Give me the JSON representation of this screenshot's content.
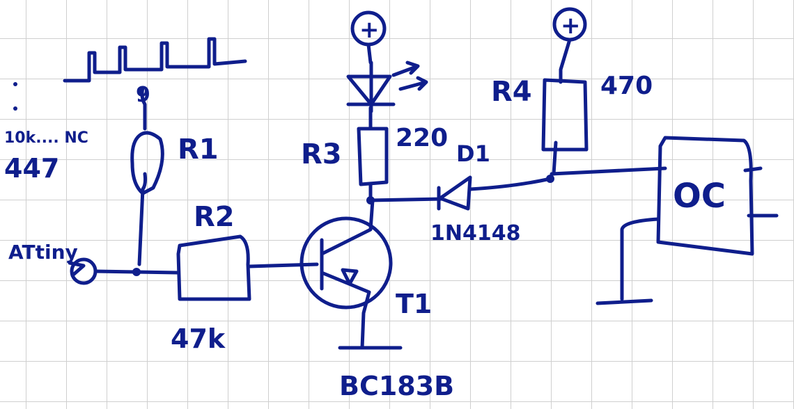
{
  "labels": {
    "r1": "R1",
    "r1_value": "447",
    "r1_range": "10k.... NC",
    "r2": "R2",
    "r2_value": "47k",
    "r3": "R3",
    "r3_value": "220",
    "r4": "R4",
    "r4_value": "470",
    "d1": "D1",
    "d1_part": "1N4148",
    "t1": "T1",
    "t1_part": "BC183B",
    "mcu_pin": "ATtiny",
    "optocoupler": "OC",
    "supply_symbol": "+"
  }
}
